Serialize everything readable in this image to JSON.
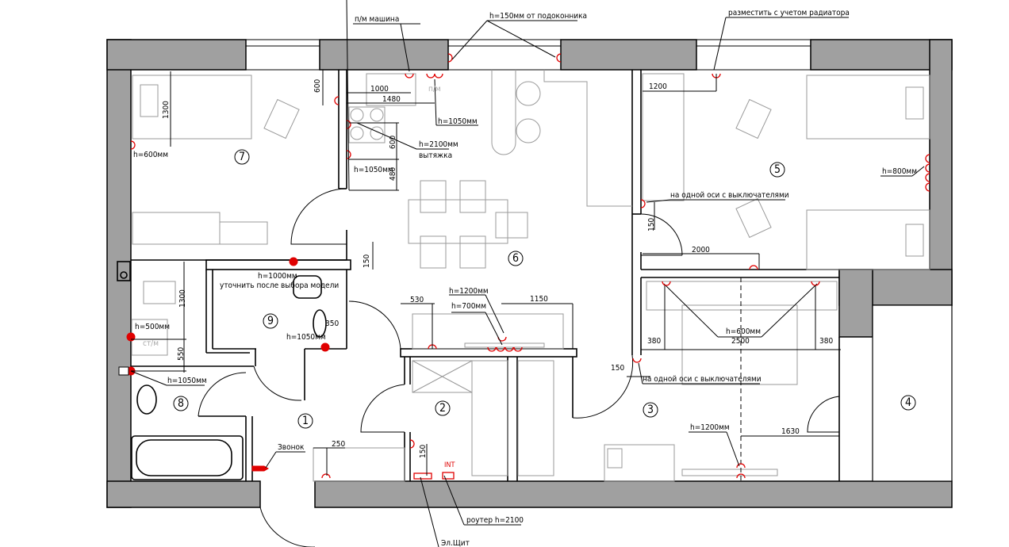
{
  "plan": {
    "rooms": [
      "1",
      "2",
      "3",
      "4",
      "5",
      "6",
      "7",
      "8",
      "9"
    ],
    "callouts": {
      "washer": "п/м машина",
      "sill": "h=150мм от подоконника",
      "radiator": "разместить с учетом радиатора",
      "hood_h": "h=2100мм",
      "hood": "вытяжка",
      "sink_h": "h=1050мм",
      "stove_h": "h=1050мм",
      "r7_h": "h=600мм",
      "r5_h": "h=800мм",
      "r5_axis": "на одной оси с выключателями",
      "bath9_h": "h=1000мм",
      "bath9_note": "уточнить после выбора модели",
      "bath9_sink_h": "h=1050мм",
      "bath8_h500": "h=500мм",
      "bath8_h1050": "h=1050мм",
      "hall_h1200": "h=1200мм",
      "hall_h700": "h=700мм",
      "bed_h600": "h=600мм",
      "r3_axis": "на одной оси с выключателями",
      "r3_h1200": "h=1200мм",
      "bell": "Звонок",
      "router": "роутер h=2100",
      "panel": "Эл.Щит",
      "int": "INT",
      "dishwasher": "п/м",
      "washer_bath": "ст/м"
    },
    "dims": {
      "d1000": "1000",
      "d1480": "1480",
      "d600a": "600",
      "d1300a": "1300",
      "d600b": "600",
      "d480": "480",
      "d1200": "1200",
      "d150a": "150",
      "d2000": "2000",
      "d150b": "150",
      "d1300b": "1300",
      "d550": "550",
      "d350": "350",
      "d530": "530",
      "d1150": "1150",
      "d380a": "380",
      "d2500": "2500",
      "d380b": "380",
      "d150c": "150",
      "d1630": "1630",
      "d250": "250",
      "d150d": "150"
    }
  }
}
